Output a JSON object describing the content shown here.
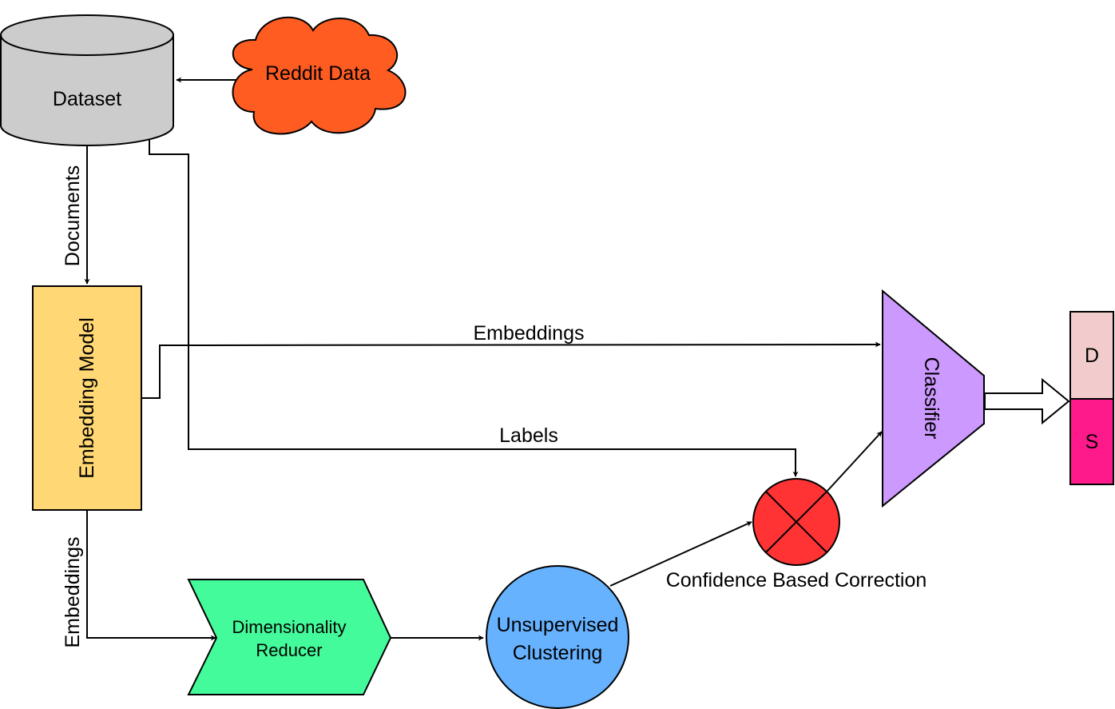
{
  "nodes": {
    "dataset": {
      "label": "Dataset",
      "fill": "#cccccc"
    },
    "reddit": {
      "label": "Reddit Data",
      "fill": "#ff5c22"
    },
    "embedding_model": {
      "label": "Embedding Model",
      "fill": "#ffd774"
    },
    "dim_reducer": {
      "label_line1": "Dimensionality",
      "label_line2": "Reducer",
      "fill": "#44fb9b"
    },
    "clustering": {
      "label_line1": "Unsupervised",
      "label_line2": "Clustering",
      "fill": "#66b2ff"
    },
    "correction": {
      "fill": "#ff3333"
    },
    "classifier": {
      "label": "Classifier",
      "fill": "#cc99ff"
    },
    "output_d": {
      "label": "D",
      "fill": "#f2cccc"
    },
    "output_s": {
      "label": "S",
      "fill": "#ff1a8c"
    }
  },
  "edges": {
    "documents": "Documents",
    "embeddings_top": "Embeddings",
    "labels": "Labels",
    "embeddings_down": "Embeddings",
    "confidence": "Confidence Based Correction"
  }
}
